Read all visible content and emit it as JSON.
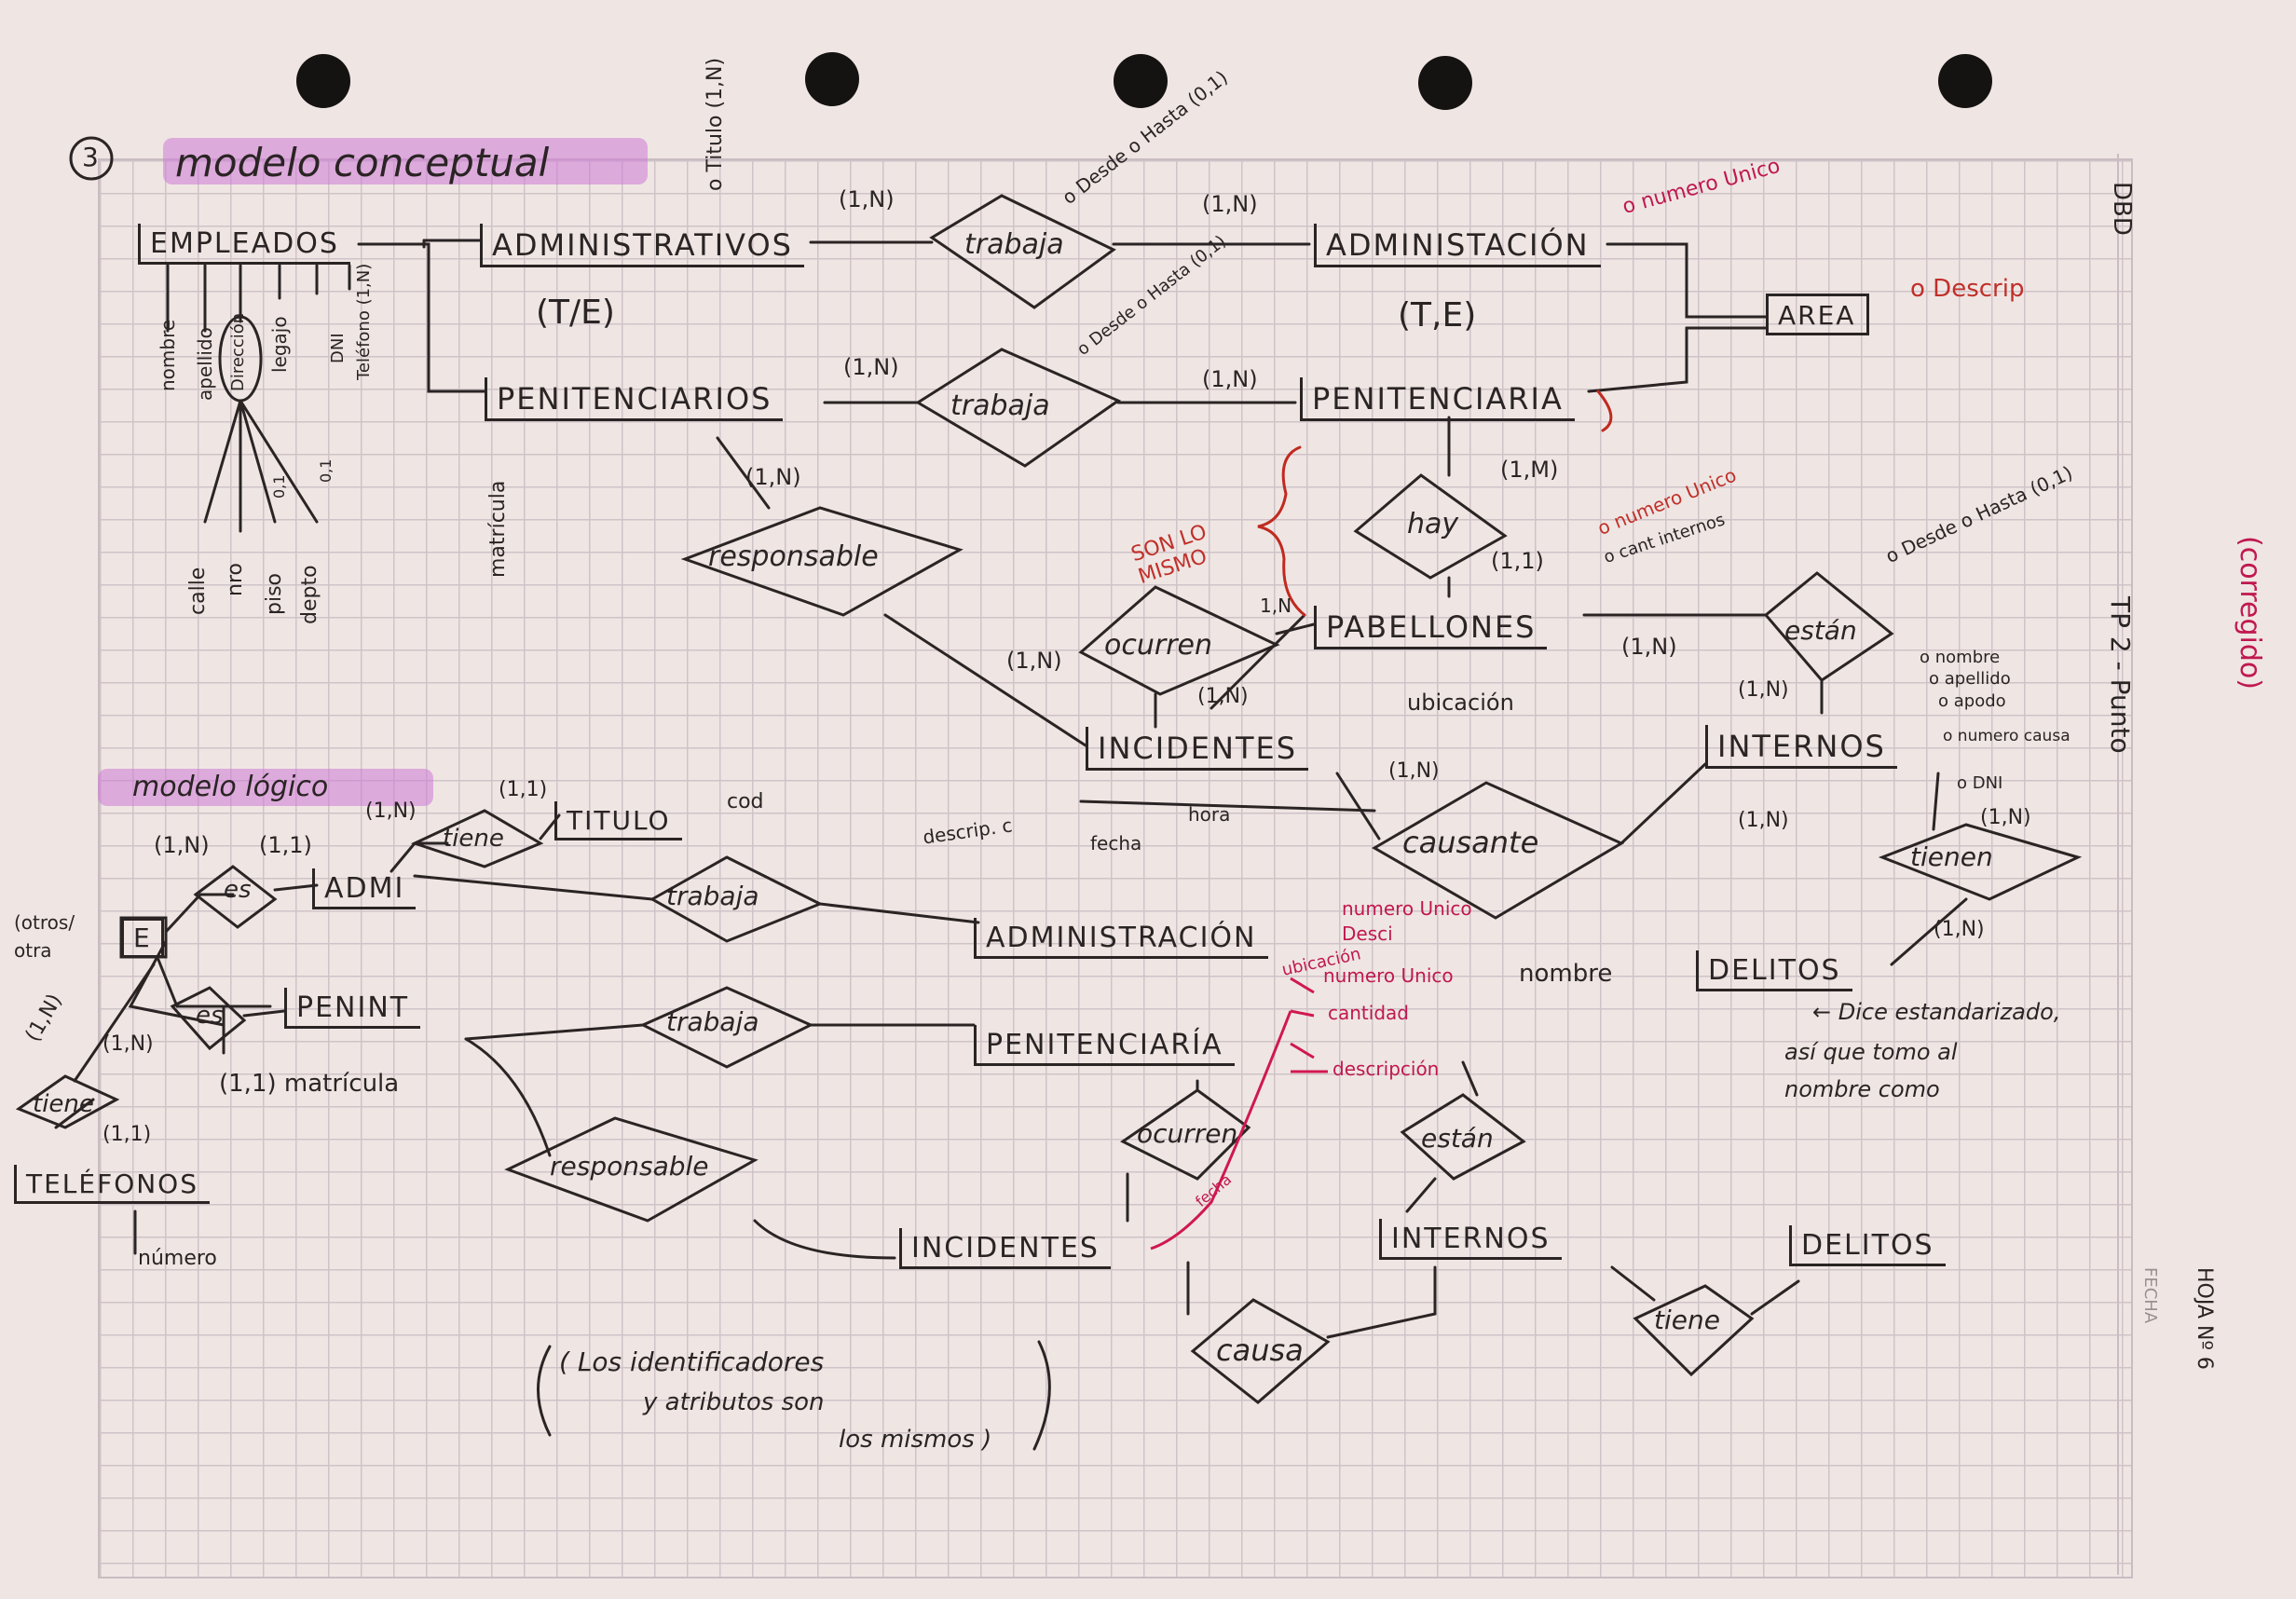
{
  "header": {
    "number": "3",
    "title_conceptual": "modelo conceptual",
    "title_logico": "modelo lógico",
    "side_dbd": "DBD",
    "side_tp": "TP 2 - Punto",
    "side_corregido": "(corregido)",
    "side_fecha": "FECHA",
    "side_hoja": "HOJA Nº 6"
  },
  "conceptual": {
    "entities": {
      "empleados": "EMPLEADOS",
      "administrativos": "ADMINISTRATIVOS",
      "penitenciarios": "PENITENCIARIOS",
      "administracion": "ADMINISTACIÓN",
      "penitenciaria": "PENITENCIARIA",
      "area": "AREA",
      "pabellones": "PABELLONES",
      "incidentes": "INCIDENTES",
      "internos": "INTERNOS"
    },
    "relations": {
      "trabaja_1": "trabaja",
      "trabaja_2": "trabaja",
      "responsable": "responsable",
      "hay": "hay",
      "ocurren": "ocurren",
      "estan": "están",
      "causante": "causante",
      "tienen": "tienen"
    },
    "coverage": {
      "te_1": "(T/E)",
      "te_2": "(T,E)"
    },
    "cardinalities": {
      "adm_trabaja": "(1,N)",
      "trabaja_admon": "(1,N)",
      "pen_trabaja": "(1,N)",
      "trabaja_penit": "(1,N)",
      "responsable": "(1,N)",
      "hay_top": "(1,M)",
      "hay_bottom": "(1,1)",
      "ocurren_left": "(1,N)",
      "ocurren_bottom": "(1,N)",
      "pab_estan": "(1,N)",
      "estan_int": "(1,N)",
      "causante_inc": "(1,N)",
      "causante_int": "(1,N)",
      "tienen_int": "(1,N)",
      "tienen_del": "(1,N)",
      "pab_1n": "1,N"
    },
    "attributes": {
      "titulo": "o Titulo (1,N)",
      "desde_hasta_1": "o Desde o Hasta (0,1)",
      "desde_hasta_2": "o Desde o Hasta (0,1)",
      "numero_unico": "o numero Unico",
      "descrip": "o Descrip",
      "nombre": "nombre",
      "apellido": "apellido",
      "direccion": "Dirección",
      "legajo": "legajo",
      "dni": "DNI",
      "telefono": "Teléfono (1,N)",
      "calle": "calle",
      "nro": "nro",
      "piso": "piso",
      "depto": "depto",
      "piso_card": "0,1",
      "depto_card": "0,1",
      "matricula": "matrícula",
      "numero_unico_pab": "o numero Unico",
      "cant_internos": "o cant internos",
      "ubicacion": "ubicación",
      "estan_desde_hasta": "o Desde o Hasta (0,1)",
      "int_nombre": "o nombre",
      "int_apellido": "o apellido",
      "int_apodo": "o apodo",
      "int_numero_causa": "o numero causa",
      "int_dni": "o DNI",
      "inc_descrip": "descrip. c",
      "inc_fecha": "fecha",
      "inc_hora": "hora",
      "son_lo_mismo": "SON LO MISMO"
    }
  },
  "logico": {
    "entities": {
      "e": "E",
      "admi": "ADMI",
      "titulo": "TITULO",
      "penint": "PENINT",
      "telefonos": "TELÉFONOS",
      "administracion": "ADMINISTRACIÓN",
      "penitenciaria": "PENITENCIARÍA",
      "delitos": "DELITOS",
      "incidentes": "INCIDENTES",
      "internos": "INTERNOS",
      "delitos2": "DELITOS"
    },
    "relations": {
      "es_1": "es",
      "es_2": "es",
      "tiene_titulo": "tiene",
      "tiene_tel": "tiene",
      "trabaja_1": "trabaja",
      "trabaja_2": "trabaja",
      "responsable": "responsable",
      "ocurren": "ocurren",
      "estan": "están",
      "causa": "causa",
      "tiene_del": "tiene"
    },
    "cardinalities": {
      "es_e": "(1,N)",
      "es_admi": "(1,1)",
      "tiene_admi": "(1,N)",
      "tiene_titulo": "(1,1)",
      "e_tel": "(1,N)",
      "es2_e": "(1,N)",
      "tel_card": "(1,1)"
    },
    "attributes": {
      "cod": "cod",
      "otros_otra": "(otros/ otra",
      "matricula": "(1,1) matrícula",
      "numero": "número",
      "numero_unico": "numero Unico",
      "desci": "Desci",
      "ubicacion": "ubicación",
      "numero_unico_2": "numero Unico",
      "cantidad": "cantidad",
      "descripcion": "descripción",
      "fecha": "fecha",
      "delitos_nombre": "nombre",
      "note_1": "← Dice estandarizado,",
      "note_2": "así que tomo al",
      "note_3": "nombre como",
      "footer_1": "( Los identificadores",
      "footer_2": "y atributos son",
      "footer_3": "los mismos )"
    }
  }
}
